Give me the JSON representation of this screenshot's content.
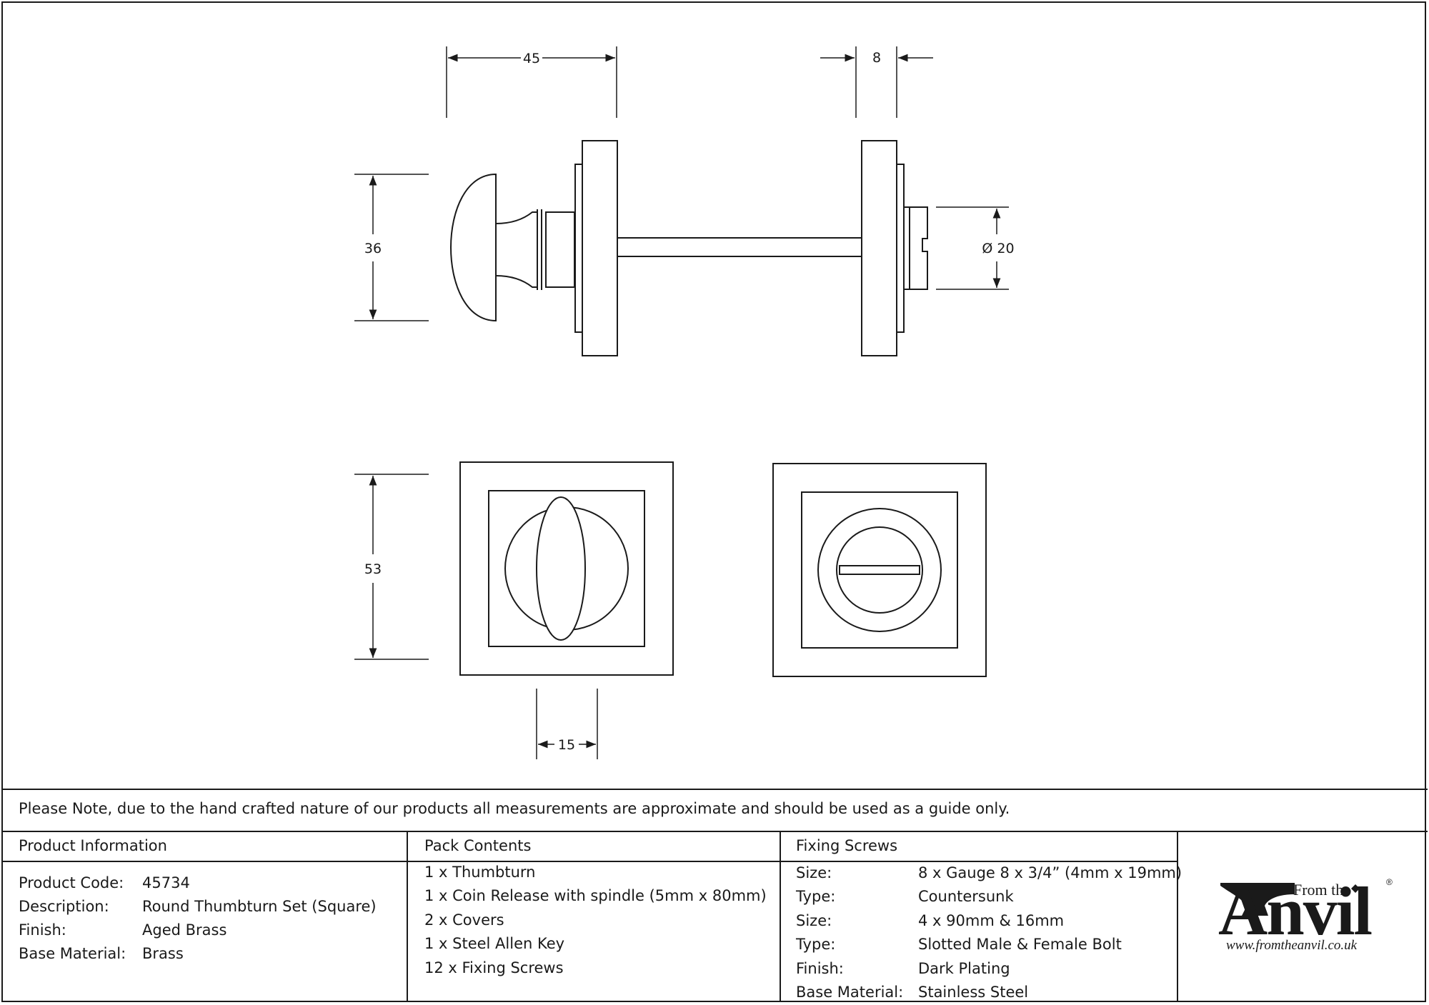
{
  "dimensions": {
    "width_45": "45",
    "width_8": "8",
    "height_36": "36",
    "diameter_20": "Ø 20",
    "height_53": "53",
    "width_15": "15"
  },
  "note": "Please Note, due to the hand crafted nature of our products all measurements are approximate and should be used as a guide only.",
  "product_info": {
    "heading": "Product Information",
    "rows": [
      {
        "label": "Product Code:",
        "value": "45734"
      },
      {
        "label": "Description:",
        "value": "Round Thumbturn Set (Square)"
      },
      {
        "label": "Finish:",
        "value": "Aged Brass"
      },
      {
        "label": "Base Material:",
        "value": "Brass"
      }
    ]
  },
  "pack_contents": {
    "heading": "Pack Contents",
    "items": [
      "1 x Thumbturn",
      "1 x Coin Release with spindle (5mm x 80mm)",
      "2 x Covers",
      "1 x Steel Allen Key",
      "12 x Fixing Screws"
    ]
  },
  "fixing_screws": {
    "heading": "Fixing Screws",
    "rows": [
      {
        "label": "Size:",
        "value": "8 x Gauge 8 x 3/4” (4mm x 19mm)"
      },
      {
        "label": "Type:",
        "value": "Countersunk"
      },
      {
        "label": "Size:",
        "value": "4 x 90mm & 16mm"
      },
      {
        "label": "Type:",
        "value": "Slotted Male & Female Bolt"
      },
      {
        "label": "Finish:",
        "value": "Dark Plating"
      },
      {
        "label": "Base Material:",
        "value": "Stainless Steel"
      }
    ]
  },
  "logo": {
    "from": "From the",
    "name": "Anvil",
    "url": "www.fromtheanvil.co.uk",
    "reg": "®"
  },
  "colors": {
    "line": "#1a1a1a",
    "background": "#ffffff"
  }
}
